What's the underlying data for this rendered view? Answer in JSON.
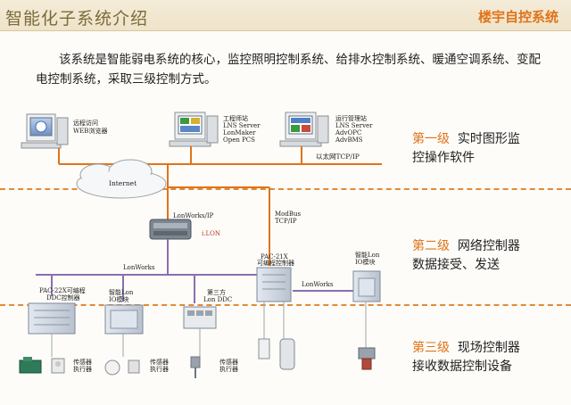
{
  "header": {
    "title": "智能化子系统介绍",
    "corner_label": "楼宇自控系统"
  },
  "intro": "该系统是智能弱电系统的核心，监控照明控制系统、给排水控制系统、暖通空调系统、变配电控制系统，采取三级控制方式。",
  "levels": [
    {
      "level": "第一级",
      "desc_line1": "实时图形监",
      "desc_line2": "控操作软件"
    },
    {
      "level": "第二级",
      "desc_line1": "网络控制器",
      "desc_line2": "数据接受、发送"
    },
    {
      "level": "第三级",
      "desc_line1": "现场控制器",
      "desc_line2": "接收数据控制设备"
    }
  ],
  "diagram": {
    "workstations": [
      {
        "line1": "远程访问",
        "line2": "WEB浏览器",
        "line3": "",
        "line4": ""
      },
      {
        "line1": "工程师站",
        "line2": "LNS Server",
        "line3": "LonMaker",
        "line4": "Open PCS"
      },
      {
        "line1": "运行管理站",
        "line2": "LNS Server",
        "line3": "AdvOPC",
        "line4": "AdvBMS"
      }
    ],
    "internet": "Internet",
    "ethernet": "以太网TCP/IP",
    "lonworks_ip": "LonWorks/IP",
    "ilon": "i.LON",
    "modbus_line1": "ModBus",
    "modbus_line2": "TCP/IP",
    "lonworks_bus": "LonWorks",
    "lonworks_bus2": "LonWorks",
    "pac21_line1": "PAC-21X",
    "pac21_line2": "可编程控制器",
    "smart_io_right_line1": "智能Lon",
    "smart_io_right_line2": "IO模块",
    "pac22_line1": "PAC-22X可编程",
    "pac22_line2": "DDC控制器",
    "smart_io_left_line1": "智能Lon",
    "smart_io_left_line2": "IO模块",
    "third_party_line1": "第三方",
    "third_party_line2": "Lon DDC",
    "sensor_groups": [
      {
        "line1": "传感器",
        "line2": "执行器"
      },
      {
        "line1": "传感器",
        "line2": "执行器"
      },
      {
        "line1": "传感器",
        "line2": "执行器"
      }
    ]
  }
}
